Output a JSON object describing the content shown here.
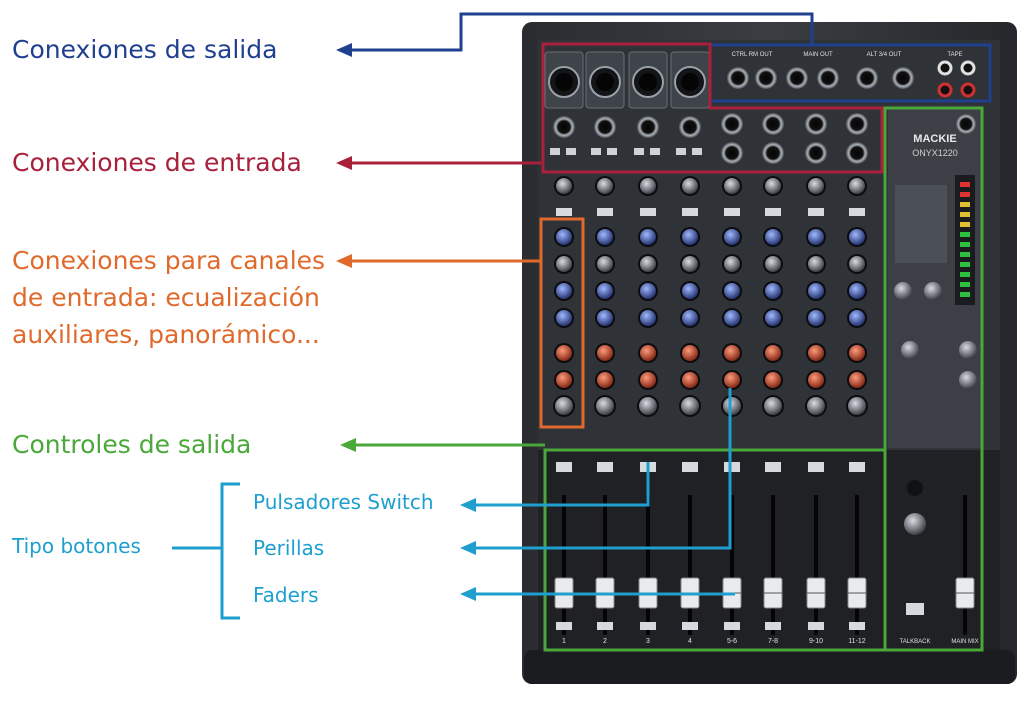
{
  "labels": {
    "salida": "Conexiones de salida",
    "entrada": "Conexiones de entrada",
    "canales_l1": "Conexiones para canales",
    "canales_l2": "de entrada: ecualización",
    "canales_l3": "auxiliares, panorámico...",
    "controles": "Controles de salida",
    "tipo": "Tipo botones",
    "switch": "Pulsadores Switch",
    "perillas": "Perillas",
    "faders": "Faders"
  },
  "colors": {
    "salida": "#1f3f8f",
    "entrada": "#a8203a",
    "canales": "#e06a2c",
    "controles": "#4aa83a",
    "tipo": "#1e9fd0"
  },
  "mixer": {
    "brand": "MACKIE",
    "model": "ONYX1220",
    "channel_labels": [
      "1",
      "2",
      "3",
      "4",
      "5-6",
      "7-8",
      "9-10",
      "11-12"
    ],
    "section_labels": [
      "TALKBACK",
      "MAIN MIX"
    ],
    "jack_labels": [
      "CTRL RM OUT",
      "MAIN OUT",
      "ALT 3/4 OUT",
      "TAPE"
    ]
  }
}
